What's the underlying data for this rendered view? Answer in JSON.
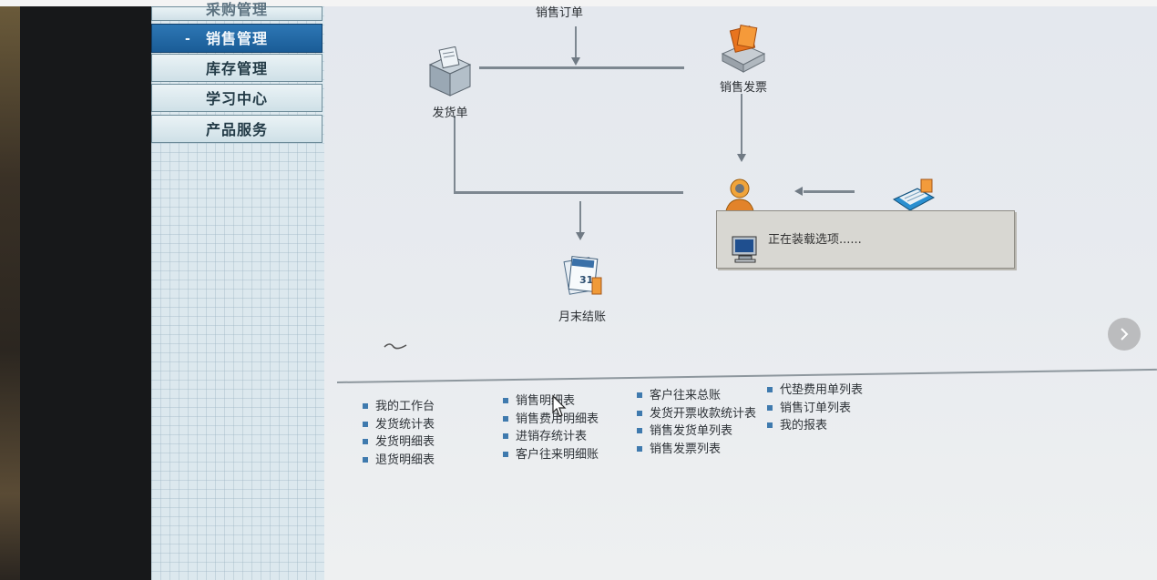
{
  "sidebar": {
    "items": [
      {
        "label": "采购管理"
      },
      {
        "label": "销售管理",
        "active": true
      },
      {
        "label": "库存管理"
      },
      {
        "label": "学习中心"
      },
      {
        "label": "产品服务"
      }
    ],
    "active_marker": "-"
  },
  "flow": {
    "top_label": "销售订单",
    "nodes": [
      {
        "label": "发货单",
        "icon": "delivery-box-icon"
      },
      {
        "label": "销售发票",
        "icon": "invoice-icon"
      },
      {
        "label": "月末结账",
        "icon": "calendar-icon"
      },
      {
        "label": "",
        "icon": "person-icon"
      },
      {
        "label": "",
        "icon": "calculator-icon"
      }
    ]
  },
  "dialog": {
    "text": "正在装载选项......"
  },
  "report_links": {
    "col1": [
      "我的工作台",
      "发货统计表",
      "发货明细表",
      "退货明细表"
    ],
    "col2": [
      "销售明细表",
      "销售费用明细表",
      "进销存统计表",
      "客户往来明细账"
    ],
    "col3": [
      "客户往来总账",
      "发货开票收款统计表",
      "销售发货单列表",
      "销售发票列表"
    ],
    "col4": [
      "代垫费用单列表",
      "销售订单列表",
      "我的报表"
    ]
  },
  "colors": {
    "accent": "#1a5c97",
    "bullet": "#3f7aae"
  }
}
